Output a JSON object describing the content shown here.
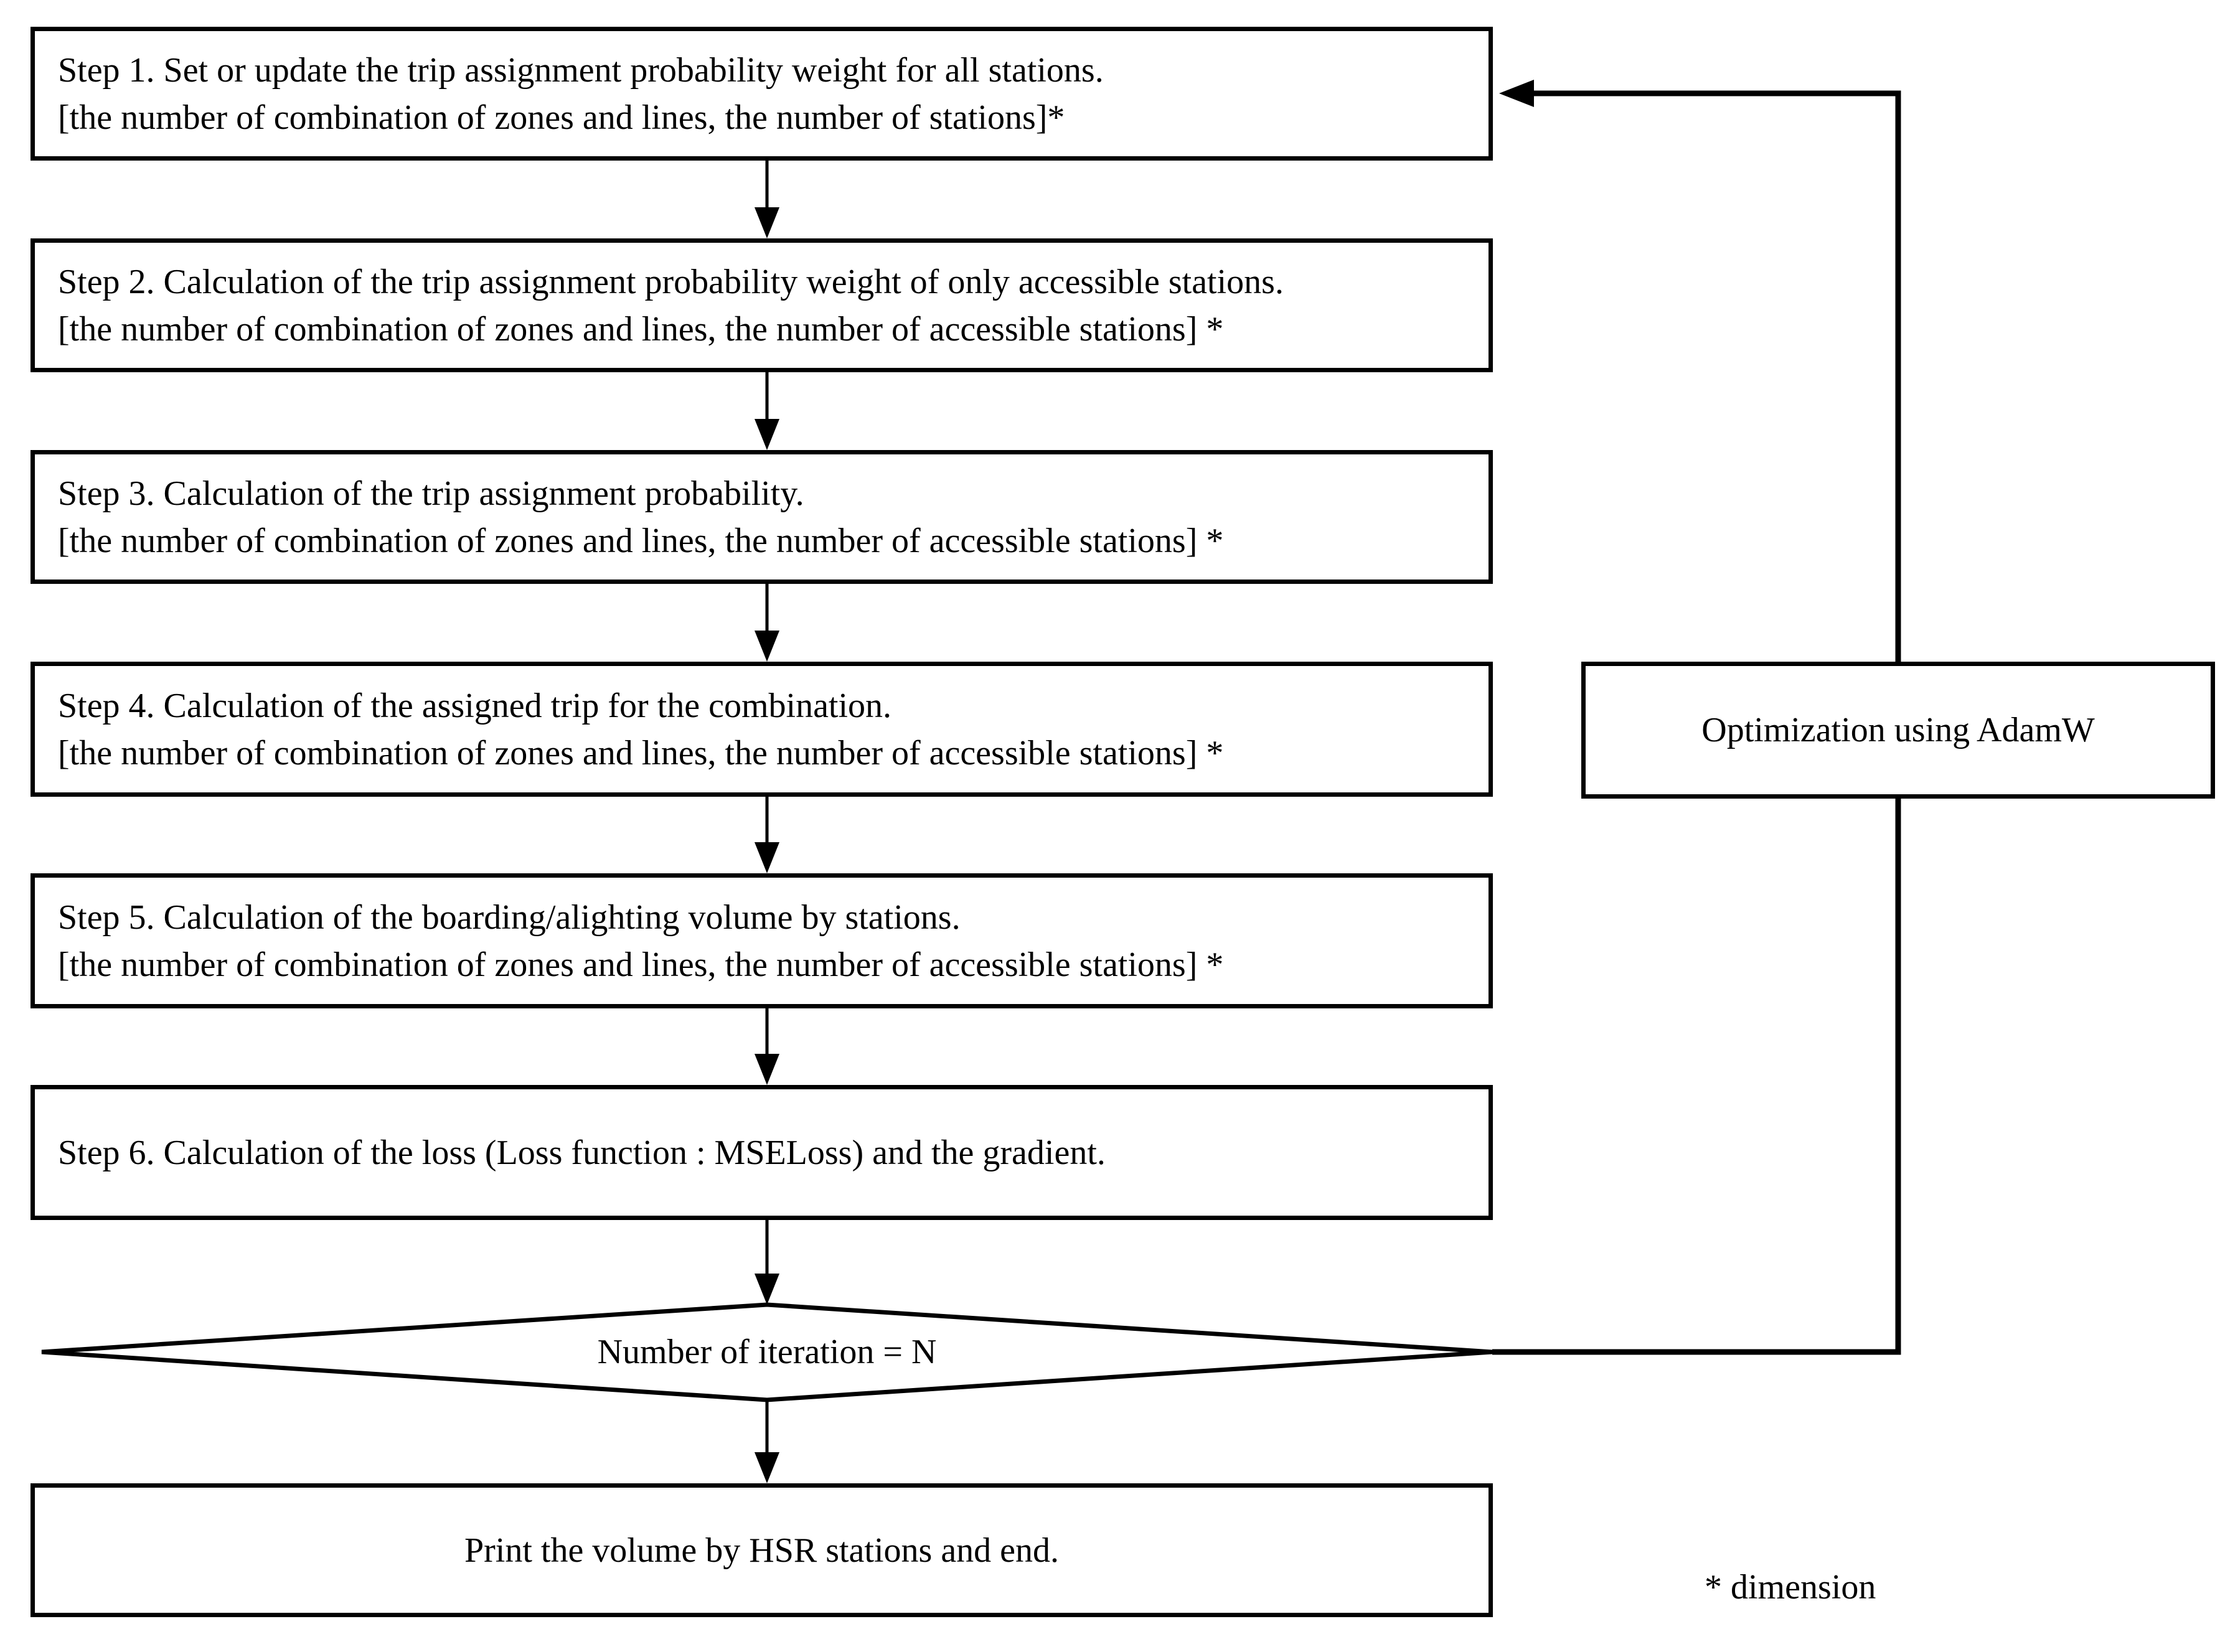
{
  "flowchart": {
    "title_hint": "HSR trip-assignment estimation procedure flowchart",
    "colors": {
      "ink": "#000000",
      "background": "#ffffff",
      "node_fill": "#ffffff"
    },
    "steps": [
      {
        "line1": "Step 1. Set or update the trip assignment probability weight for all stations.",
        "line2": "[the number of combination of zones and lines, the number of stations]*"
      },
      {
        "line1": "Step 2. Calculation of the trip assignment probability weight of only accessible stations.",
        "line2": "[the number of combination of zones and lines, the number of accessible stations] *"
      },
      {
        "line1": "Step 3. Calculation of the trip assignment probability.",
        "line2": "[the number of combination of zones and lines, the number of accessible stations] *"
      },
      {
        "line1": "Step 4. Calculation of the assigned trip for the combination.",
        "line2": "[the number of combination of zones and lines, the number of accessible stations] *"
      },
      {
        "line1": "Step 5. Calculation of the boarding/alighting volume by stations.",
        "line2": "[the number of combination of zones and lines, the number of accessible stations] *"
      },
      {
        "line1": "Step 6. Calculation of the loss (Loss function : MSELoss) and the gradient."
      }
    ],
    "decision": {
      "label": "Number of iteration = N"
    },
    "end_box": {
      "label": "Print the volume by HSR stations and end."
    },
    "side_box": {
      "label": "Optimization using AdamW"
    },
    "footnote": {
      "label": "* dimension"
    }
  }
}
